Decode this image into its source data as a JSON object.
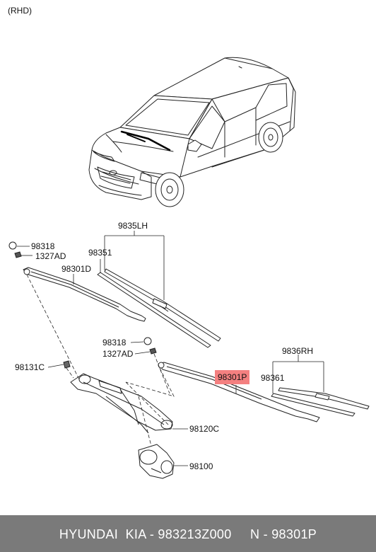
{
  "variant_note": "(RHD)",
  "parts": {
    "wiper_lh_set": "9835LH",
    "blade_lh": "98351",
    "arm_lh": "98301D",
    "cap_lh": "98318",
    "nut_lh": "1327AD",
    "screw": "98131C",
    "cap_rh": "98318",
    "nut_rh": "1327AD",
    "arm_rh": "98301P",
    "wiper_rh_set": "9836RH",
    "blade_rh": "98361",
    "linkage": "98120C",
    "motor": "98100"
  },
  "footer": {
    "text": "HYUNDAI  KIA - 983213Z000     N - 98301P"
  },
  "colors": {
    "highlight": "#f48080",
    "footer_bg": "#7a7a7a",
    "footer_text": "#ffffff"
  }
}
